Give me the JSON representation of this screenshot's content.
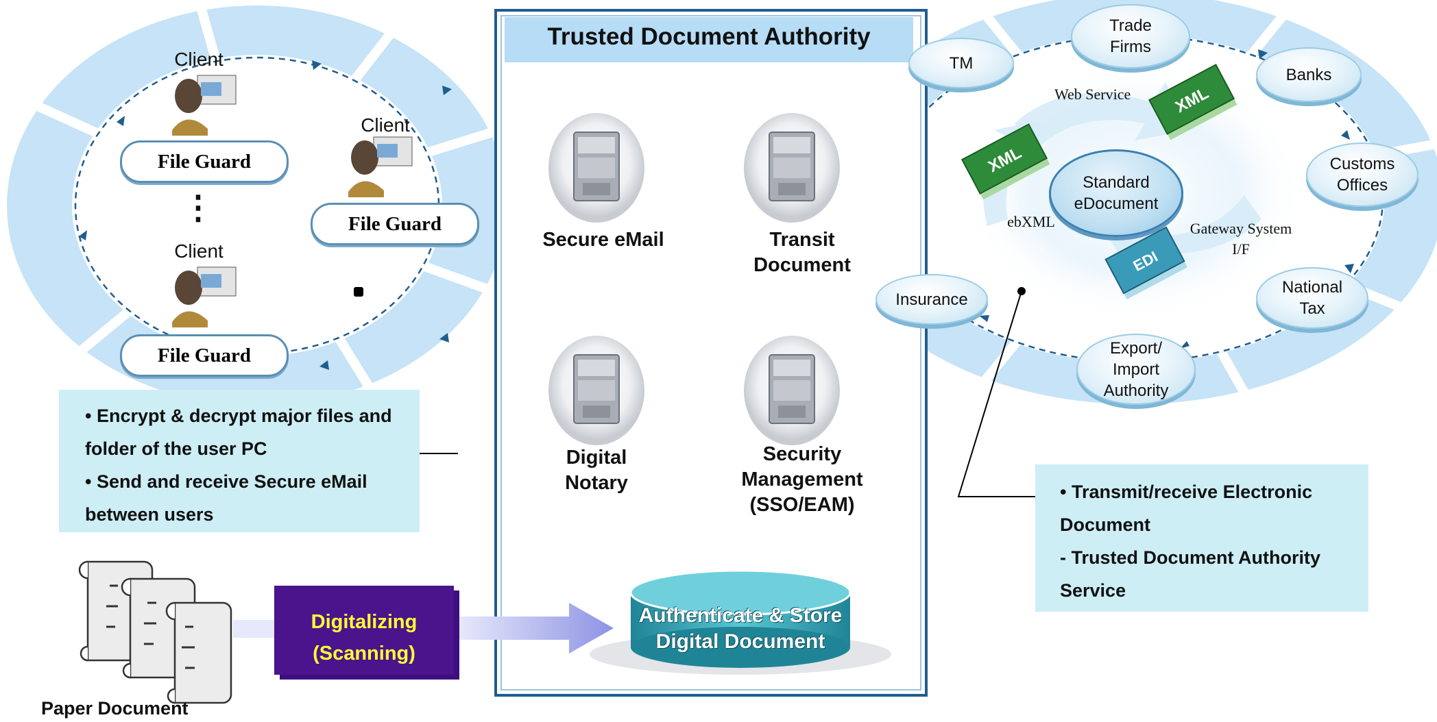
{
  "center": {
    "title": "Trusted Document Authority",
    "services": [
      {
        "label": "Secure eMail"
      },
      {
        "label": "Transit\nDocument"
      },
      {
        "label": "Digital\nNotary"
      },
      {
        "label": "Security\nManagement\n(SSO/EAM)"
      }
    ],
    "storage": "Authenticate & Store\nDigital Document"
  },
  "left": {
    "client_labels": [
      "Client",
      "Client",
      "Client"
    ],
    "file_guard_labels": [
      "File Guard",
      "File Guard",
      "File Guard"
    ],
    "ellipsis": "⋮",
    "bullets": [
      "• Encrypt & decrypt major files and\n   folder of the user PC",
      "• Send and receive Secure eMail\n   between users"
    ]
  },
  "bottom": {
    "paper_label": "Paper Document",
    "digitalizing": "Digitalizing\n(Scanning)"
  },
  "right": {
    "nodes": [
      "TM",
      "Trade\nFirms",
      "Banks",
      "Customs\nOffices",
      "National\nTax",
      "Export/\nImport\nAuthority",
      "Insurance"
    ],
    "center_node": "Standard\neDocument",
    "web_service": "Web Service",
    "ebxml": "ebXML",
    "gateway": "Gateway System\nI/F",
    "xml_label": "XML",
    "edi_label": "EDI",
    "bullets": [
      "• Transmit/receive Electronic\n   Document",
      "- Trusted Document Authority\n   Service"
    ]
  },
  "colors": {
    "ring": "#c6e3f7",
    "title_bg": "#b6dcf6",
    "info_bg": "#cdeef5",
    "digitalizing_bg": "#4a148c",
    "digitalizing_text": "#ffff33",
    "storage": "#3aa7b8",
    "arrow": "#9aa0e6"
  }
}
